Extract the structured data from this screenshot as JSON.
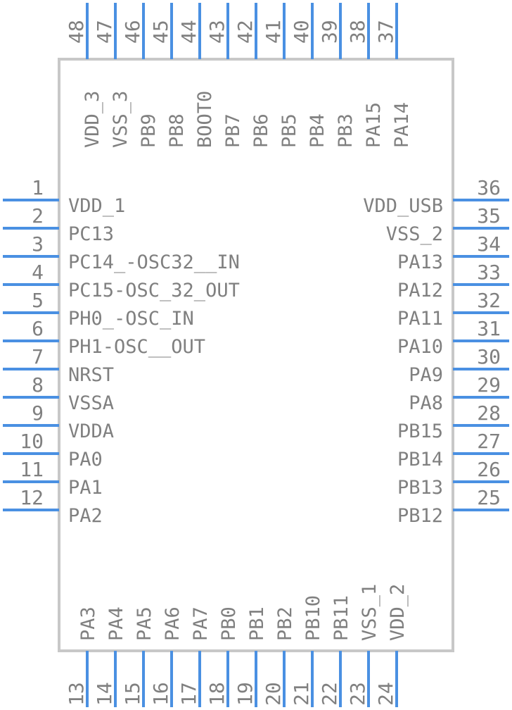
{
  "colors": {
    "pin": "#4a90e2",
    "body_outline": "#c8c8c8",
    "text": "#808080"
  },
  "left_pins": [
    {
      "num": "1",
      "name": "VDD_1"
    },
    {
      "num": "2",
      "name": "PC13"
    },
    {
      "num": "3",
      "name": "PC14_-OSC32__IN"
    },
    {
      "num": "4",
      "name": "PC15-OSC_32_OUT"
    },
    {
      "num": "5",
      "name": "PH0_-OSC_IN"
    },
    {
      "num": "6",
      "name": "PH1-OSC__OUT"
    },
    {
      "num": "7",
      "name": "NRST"
    },
    {
      "num": "8",
      "name": "VSSA"
    },
    {
      "num": "9",
      "name": "VDDA"
    },
    {
      "num": "10",
      "name": "PA0"
    },
    {
      "num": "11",
      "name": "PA1"
    },
    {
      "num": "12",
      "name": "PA2"
    }
  ],
  "right_pins": [
    {
      "num": "36",
      "name": "VDD_USB"
    },
    {
      "num": "35",
      "name": "VSS_2"
    },
    {
      "num": "34",
      "name": "PA13"
    },
    {
      "num": "33",
      "name": "PA12"
    },
    {
      "num": "32",
      "name": "PA11"
    },
    {
      "num": "31",
      "name": "PA10"
    },
    {
      "num": "30",
      "name": "PA9"
    },
    {
      "num": "29",
      "name": "PA8"
    },
    {
      "num": "28",
      "name": "PB15"
    },
    {
      "num": "27",
      "name": "PB14"
    },
    {
      "num": "26",
      "name": "PB13"
    },
    {
      "num": "25",
      "name": "PB12"
    }
  ],
  "top_pins": [
    {
      "num": "48",
      "name": "VDD_3"
    },
    {
      "num": "47",
      "name": "VSS_3"
    },
    {
      "num": "46",
      "name": "PB9"
    },
    {
      "num": "45",
      "name": "PB8"
    },
    {
      "num": "44",
      "name": "BOOT0"
    },
    {
      "num": "43",
      "name": "PB7"
    },
    {
      "num": "42",
      "name": "PB6"
    },
    {
      "num": "41",
      "name": "PB5"
    },
    {
      "num": "40",
      "name": "PB4"
    },
    {
      "num": "39",
      "name": "PB3"
    },
    {
      "num": "38",
      "name": "PA15"
    },
    {
      "num": "37",
      "name": "PA14"
    }
  ],
  "bottom_pins": [
    {
      "num": "13",
      "name": "PA3"
    },
    {
      "num": "14",
      "name": "PA4"
    },
    {
      "num": "15",
      "name": "PA5"
    },
    {
      "num": "16",
      "name": "PA6"
    },
    {
      "num": "17",
      "name": "PA7"
    },
    {
      "num": "18",
      "name": "PB0"
    },
    {
      "num": "19",
      "name": "PB1"
    },
    {
      "num": "20",
      "name": "PB2"
    },
    {
      "num": "21",
      "name": "PB10"
    },
    {
      "num": "22",
      "name": "PB11"
    },
    {
      "num": "23",
      "name": "VSS_1"
    },
    {
      "num": "24",
      "name": "VDD_2"
    }
  ]
}
